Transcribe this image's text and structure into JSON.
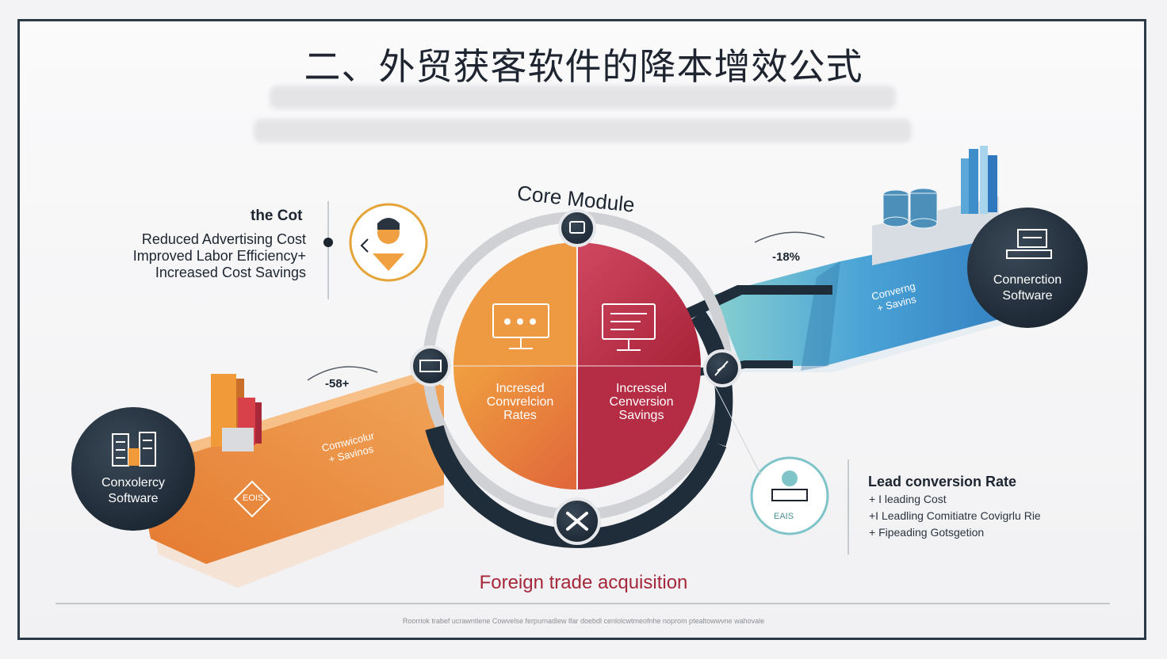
{
  "title": "二、外贸获客软件的降本增效公式",
  "cost_block": {
    "heading": "the Cot",
    "items": [
      "Reduced Advertising Cost",
      "Improved Labor Efficiency+",
      "Increased Cost  Savings"
    ]
  },
  "core": {
    "label": "Core Module",
    "quad_left": "Incresed\nConvrelcion\nRates",
    "quad_right": "Incressel\nCenversion\nSavings"
  },
  "left_circle": {
    "label": "Conxolercy\nSoftware"
  },
  "right_circle": {
    "label": "Connerction\nSoftware"
  },
  "left_arrow": {
    "pct": "-58+",
    "text": "Comwicolur\n+ Savinos",
    "badge": "EOIS"
  },
  "right_arrow": {
    "pct": "-18%",
    "text": "Converng\n+ Savins"
  },
  "lead": {
    "heading": "Lead conversion Rate",
    "items": [
      "+ I leading Cost",
      "+I Leadling Comitiatre Covigrlu Rie",
      "+ Fipeading Gotsgetion"
    ],
    "badge": "EAIS"
  },
  "footer_title": "Foreign trade acquisition",
  "footnote": "Roorriok trabef ucrawntiene Cowvelse ferpurnadlew lfar doebdl cenlolcwtmeofnhe noprom ptealtowwvne wahovale",
  "colors": {
    "orange": "#e8843a",
    "red": "#b8314a",
    "blue": "#3d8ec9",
    "teal": "#7fc4c9",
    "navy": "#1f2c3a",
    "accent_text": "#a4273a"
  }
}
